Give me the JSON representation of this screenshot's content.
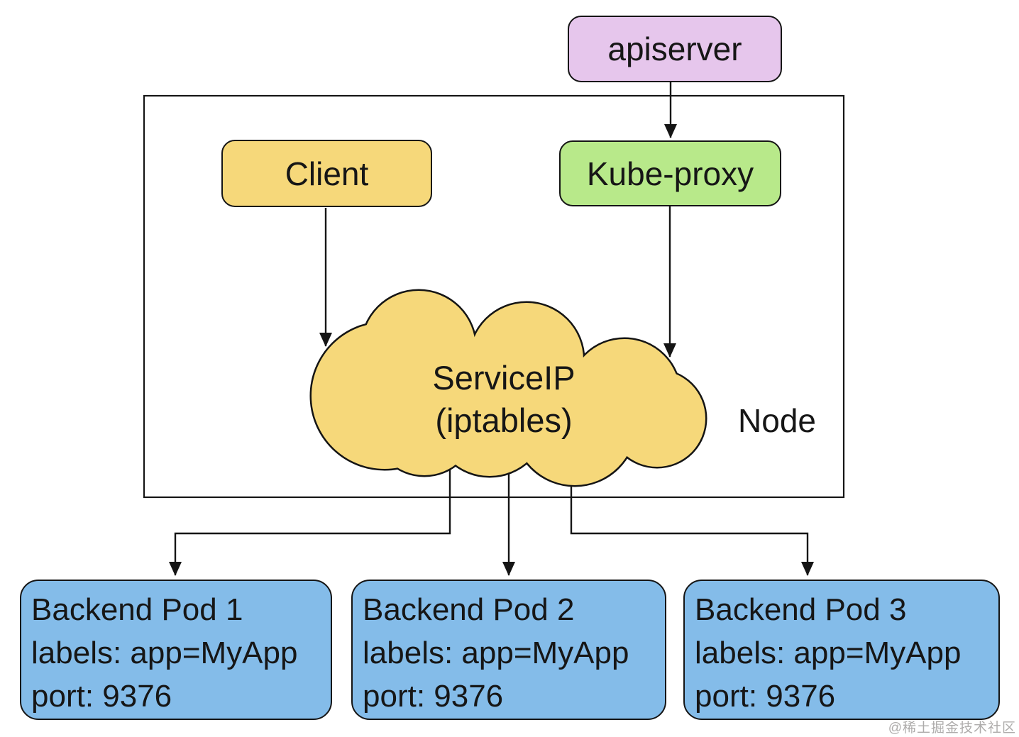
{
  "diagram": {
    "apiserver": {
      "label": "apiserver"
    },
    "client": {
      "label": "Client"
    },
    "kube_proxy": {
      "label": "Kube-proxy"
    },
    "node": {
      "label": "Node"
    },
    "service_ip": {
      "line1": "ServiceIP",
      "line2": "(iptables)"
    },
    "pods": [
      {
        "title": "Backend Pod 1",
        "labels": "labels: app=MyApp",
        "port": "port: 9376"
      },
      {
        "title": "Backend Pod 2",
        "labels": "labels: app=MyApp",
        "port": "port: 9376"
      },
      {
        "title": "Backend Pod 3",
        "labels": "labels: app=MyApp",
        "port": "port: 9376"
      }
    ],
    "watermark": "@稀土掘金技术社区",
    "colors": {
      "apiserver": "#e6c6ec",
      "client": "#f6d87a",
      "kube_proxy": "#b8e98a",
      "cloud": "#f6d87a",
      "pod": "#84bce9",
      "stroke": "#151515",
      "watermark": "#aeacab"
    }
  }
}
